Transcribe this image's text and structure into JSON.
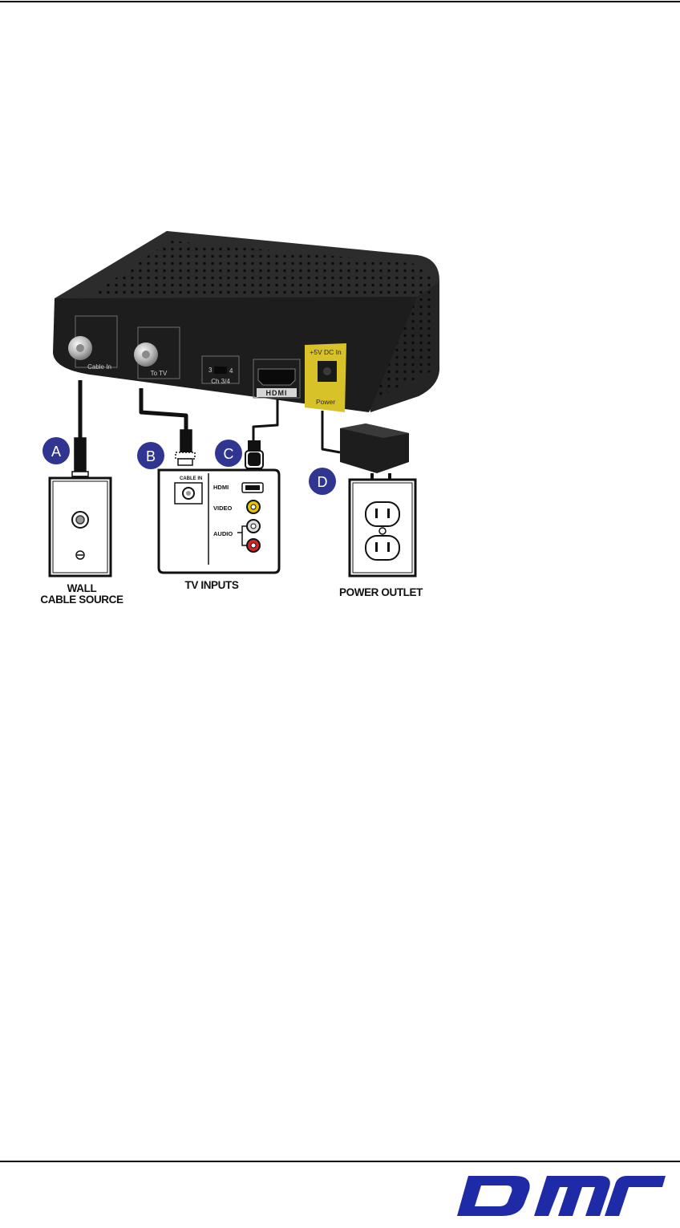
{
  "device": {
    "ports": {
      "cable_in": "Cable In",
      "to_tv": "To TV",
      "switch_left": "3",
      "switch_right": "4",
      "channel_switch": "Ch 3/4",
      "hdmi": "HDMI",
      "dc_in": "+5V DC In",
      "power": "Power"
    }
  },
  "callouts": [
    "A",
    "B",
    "C",
    "D"
  ],
  "tv_panel": {
    "cable_in": "CABLE IN",
    "hdmi": "HDMI",
    "video": "VIDEO",
    "audio": "AUDIO"
  },
  "labels": {
    "wall_line1": "WALL",
    "wall_line2": "CABLE SOURCE",
    "tv_inputs": "TV INPUTS",
    "power_outlet": "POWER OUTLET"
  },
  "logo": {
    "text": "DMT",
    "color": "#1f2aa6"
  },
  "colors": {
    "device": "#1d1d1d",
    "power_panel": "#d8c22a",
    "callout": "#2f3591",
    "video_jack": "#e0c400",
    "audio_right_jack": "#d0262b"
  }
}
